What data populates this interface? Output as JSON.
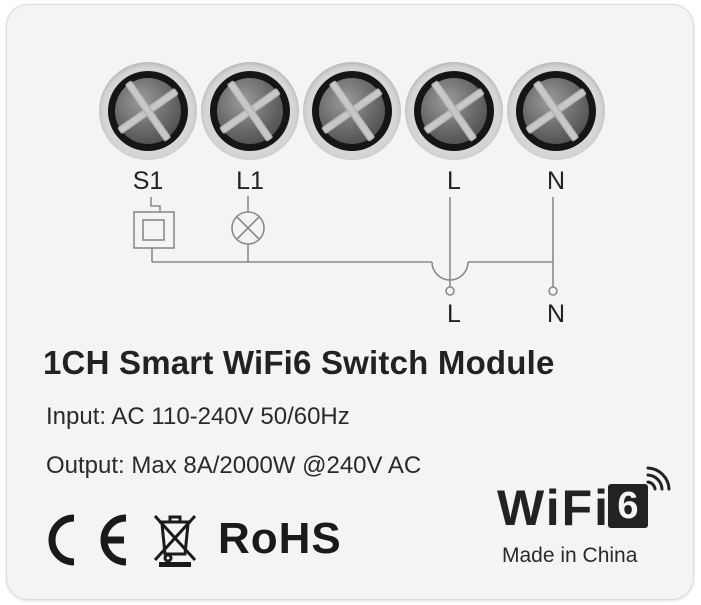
{
  "terminals": [
    {
      "name": "S1",
      "label": "S1"
    },
    {
      "name": "L1",
      "label": "L1"
    },
    {
      "name": "blank",
      "label": ""
    },
    {
      "name": "L",
      "label": "L"
    },
    {
      "name": "N",
      "label": "N"
    }
  ],
  "diagram": {
    "bottom_labels": [
      "L",
      "N"
    ]
  },
  "product": {
    "title": "1CH Smart WiFi6 Switch Module",
    "input_spec": "Input: AC 110-240V 50/60Hz",
    "output_spec": "Output: Max 8A/2000W @240V AC"
  },
  "certifications": {
    "ce": "CE",
    "rohs": "RoHS"
  },
  "branding": {
    "wifi_text": "WiFi",
    "wifi_version": "6",
    "origin": "Made in China"
  },
  "icons": [
    "switch-symbol-icon",
    "lamp-symbol-icon",
    "weee-bin-icon",
    "wifi-signal-icon",
    "ce-mark-icon"
  ],
  "colors": {
    "device_body": "#f4f4f4",
    "text": "#222222",
    "wire": "#8a8a8a"
  }
}
